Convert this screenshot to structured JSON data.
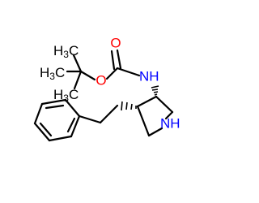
{
  "molecule": {
    "atoms": {
      "carbonyl_oxygen": {
        "text": "O",
        "color": "#ff0000"
      },
      "ester_oxygen": {
        "text": "O",
        "color": "#ff0000"
      },
      "carbamate_nitrogen": {
        "text": "NH",
        "color": "#0000ff"
      },
      "ring_nitrogen": {
        "text": "NH",
        "color": "#0000ff"
      },
      "methyl_top": {
        "main": "H",
        "sub": "3",
        "tail": "C"
      },
      "methyl_left": {
        "main": "H",
        "sub": "3",
        "tail": "C"
      },
      "methyl_bottom": {
        "main": "H",
        "sub": "3",
        "tail": "C"
      }
    },
    "bond_color": "#000000"
  }
}
